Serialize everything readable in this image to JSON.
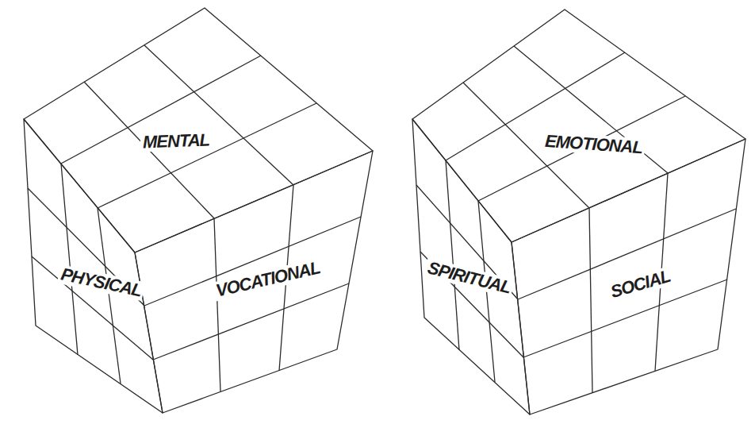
{
  "diagram": {
    "labels": [
      "MENTAL",
      "PHYSICAL",
      "VOCATIONAL",
      "EMOTIONAL",
      "SPIRITUAL",
      "SOCIAL"
    ]
  }
}
